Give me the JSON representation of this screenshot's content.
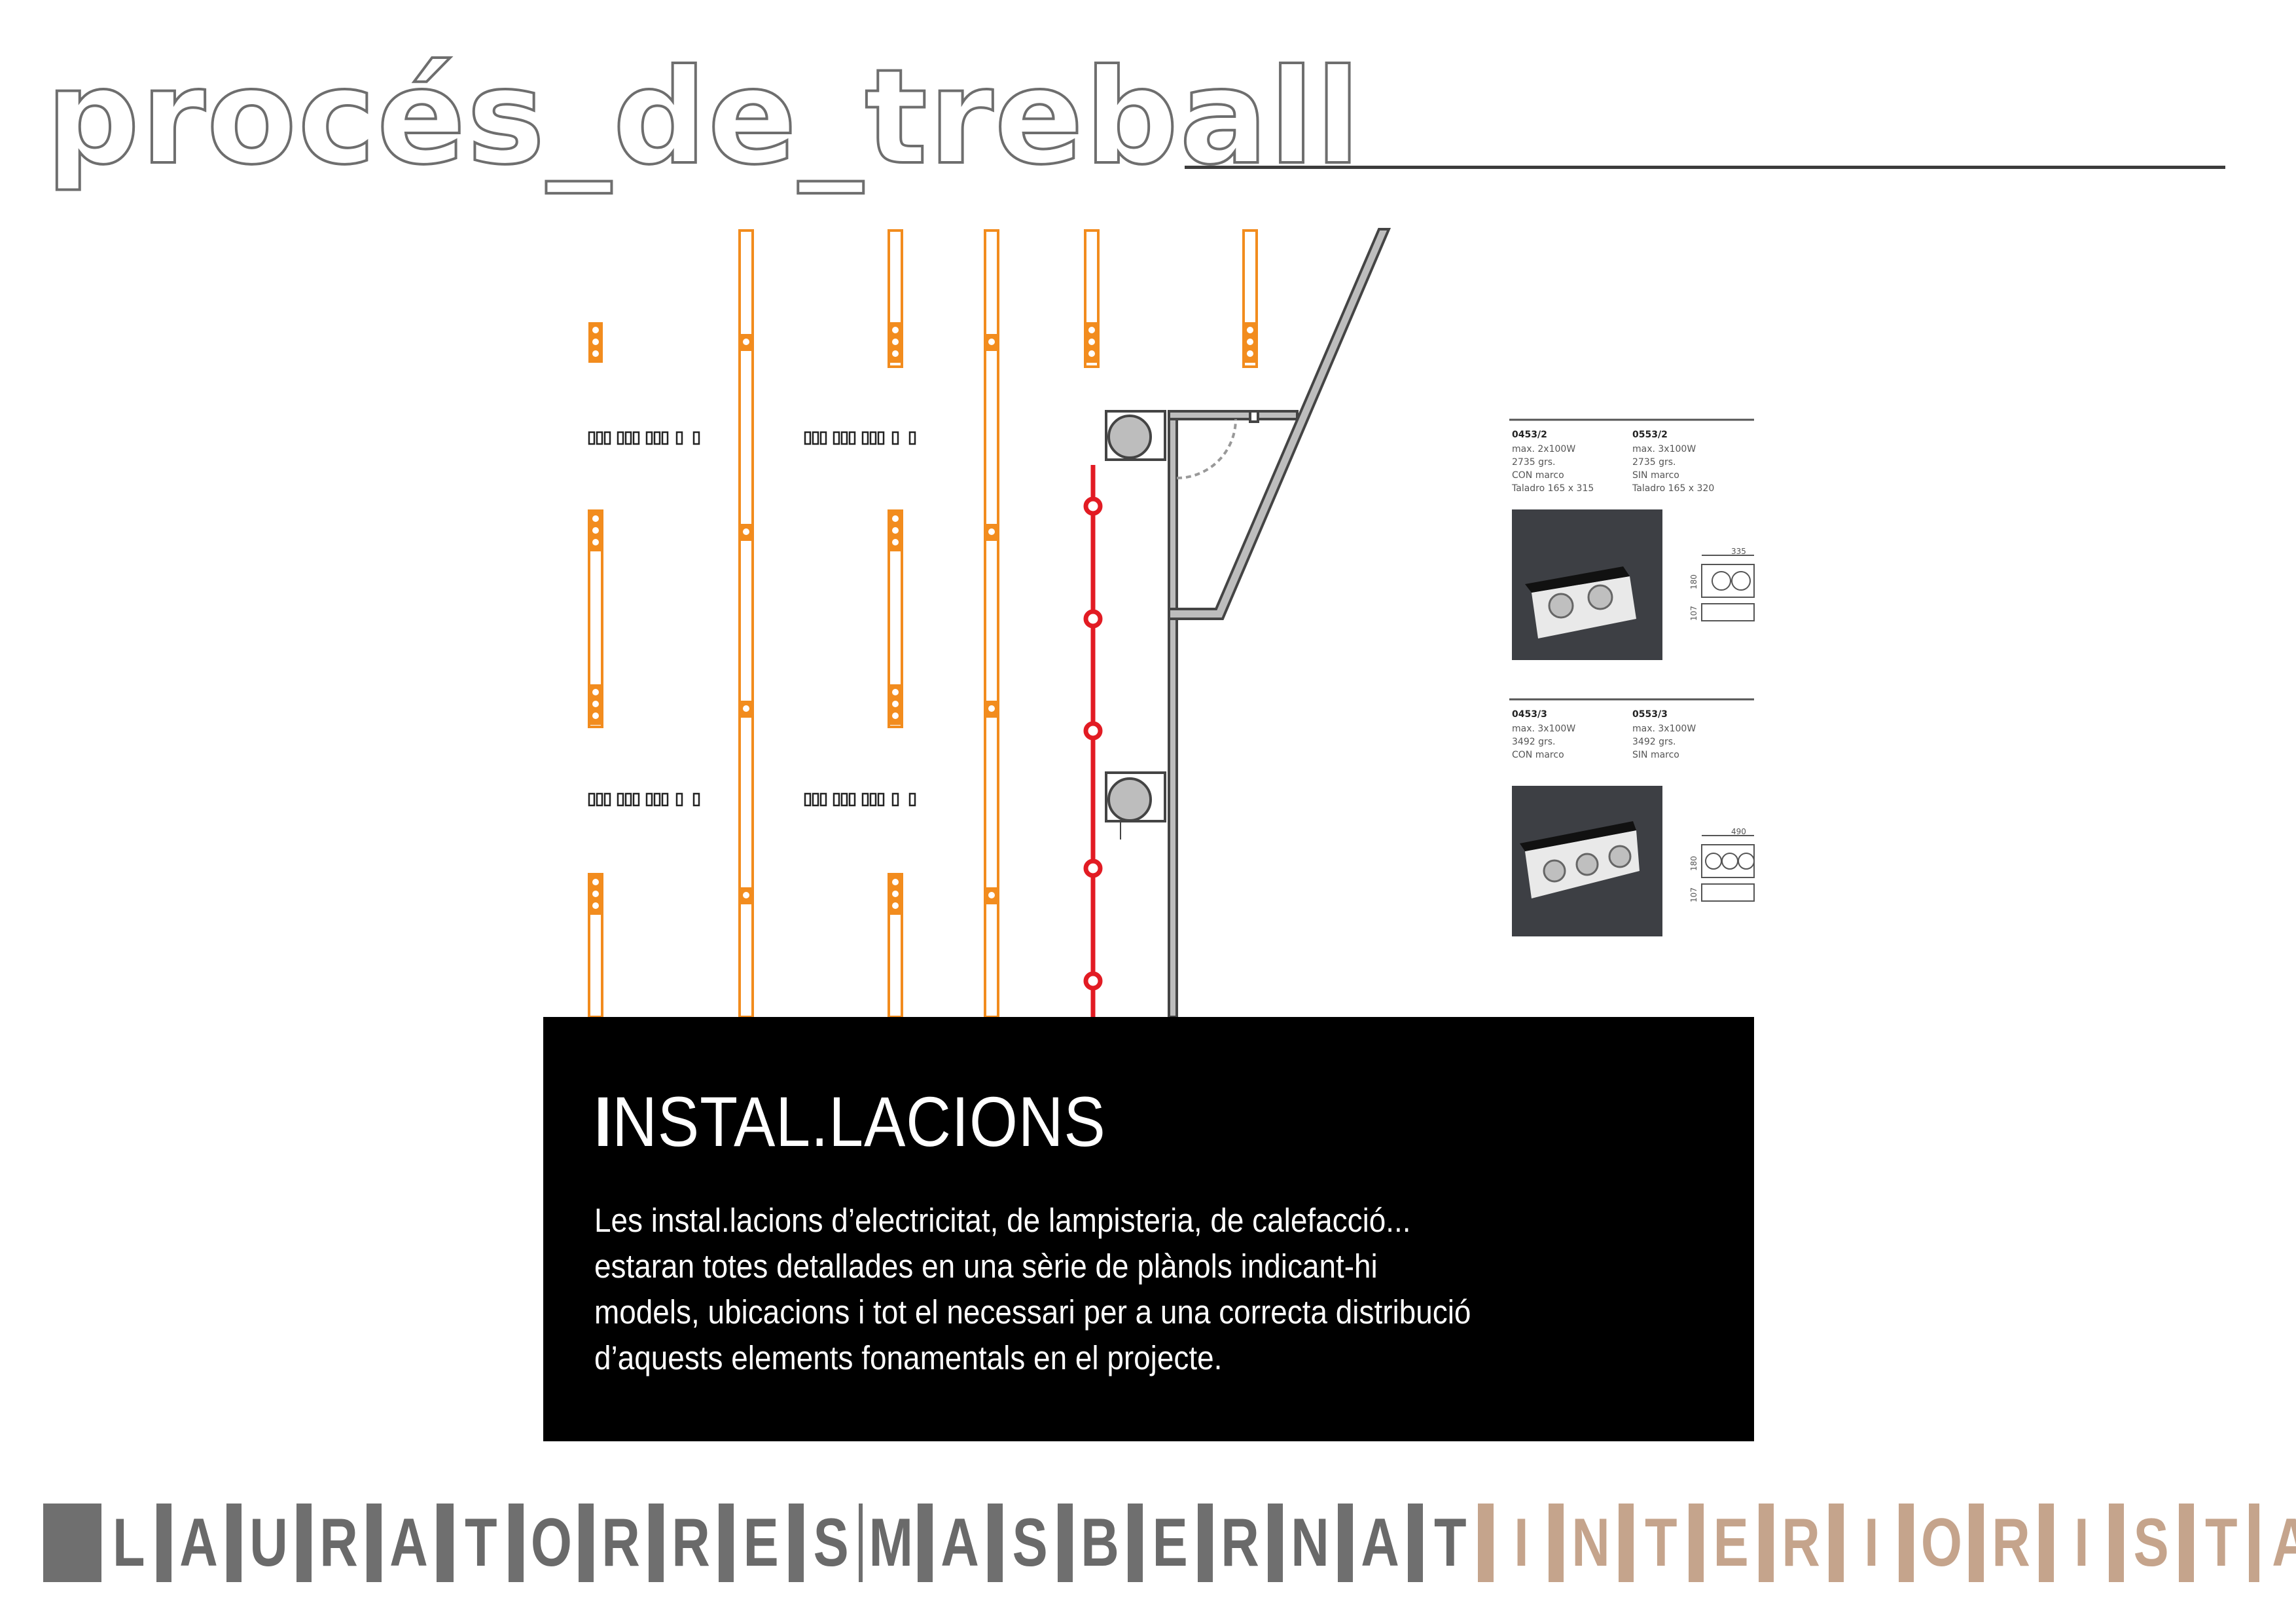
{
  "header": {
    "title": "procés_de_treball"
  },
  "drawing": {
    "spec_sheet": {
      "product_1": {
        "code_a": "0453/2",
        "code_b": "0553/2",
        "lines_a": [
          "max. 2x100W",
          "2735 grs.",
          "CON marco",
          "Taladro 165 x 315"
        ],
        "lines_b": [
          "max. 3x100W",
          "2735 grs.",
          "SIN marco",
          "Taladro 165 x 320"
        ],
        "dim_top": "335",
        "dim_side_1": "180",
        "dim_side_2": "107"
      },
      "product_2": {
        "code_a": "0453/3",
        "code_b": "0553/3",
        "lines_a": [
          "max. 3x100W",
          "3492 grs.",
          "CON marco"
        ],
        "lines_b": [
          "max. 3x100W",
          "3492 grs.",
          "SIN marco"
        ],
        "dim_top": "490",
        "dim_side_1": "180",
        "dim_side_2": "107"
      }
    },
    "colors": {
      "track": "#f28c1e",
      "circuit": "#e21b23",
      "structure": "#555555"
    }
  },
  "info": {
    "title_first": "I",
    "title_rest": "NSTAL.LACIONS",
    "body_lines": [
      "Les instal.lacions d’electricitat, de lampisteria, de calefacció...",
      "estaran totes detallades en una sèrie de plànols indicant-hi",
      "models, ubicacions i tot el necessari per a una correcta distribució",
      "d’aquests elements fonamentals en el projecte."
    ]
  },
  "footer": {
    "name_letters": [
      "L",
      "A",
      "U",
      "R",
      "A",
      "T",
      "O",
      "R",
      "R",
      "E",
      "S",
      "M",
      "A",
      "S",
      "B",
      "E",
      "R",
      "N",
      "A",
      "T"
    ],
    "role_letters": [
      "I",
      "N",
      "T",
      "E",
      "R",
      "I",
      "O",
      "R",
      "I",
      "S",
      "T",
      "A"
    ],
    "colors": {
      "name_bar": "#6f6f6f",
      "role_bar": "#c5a48c"
    }
  }
}
